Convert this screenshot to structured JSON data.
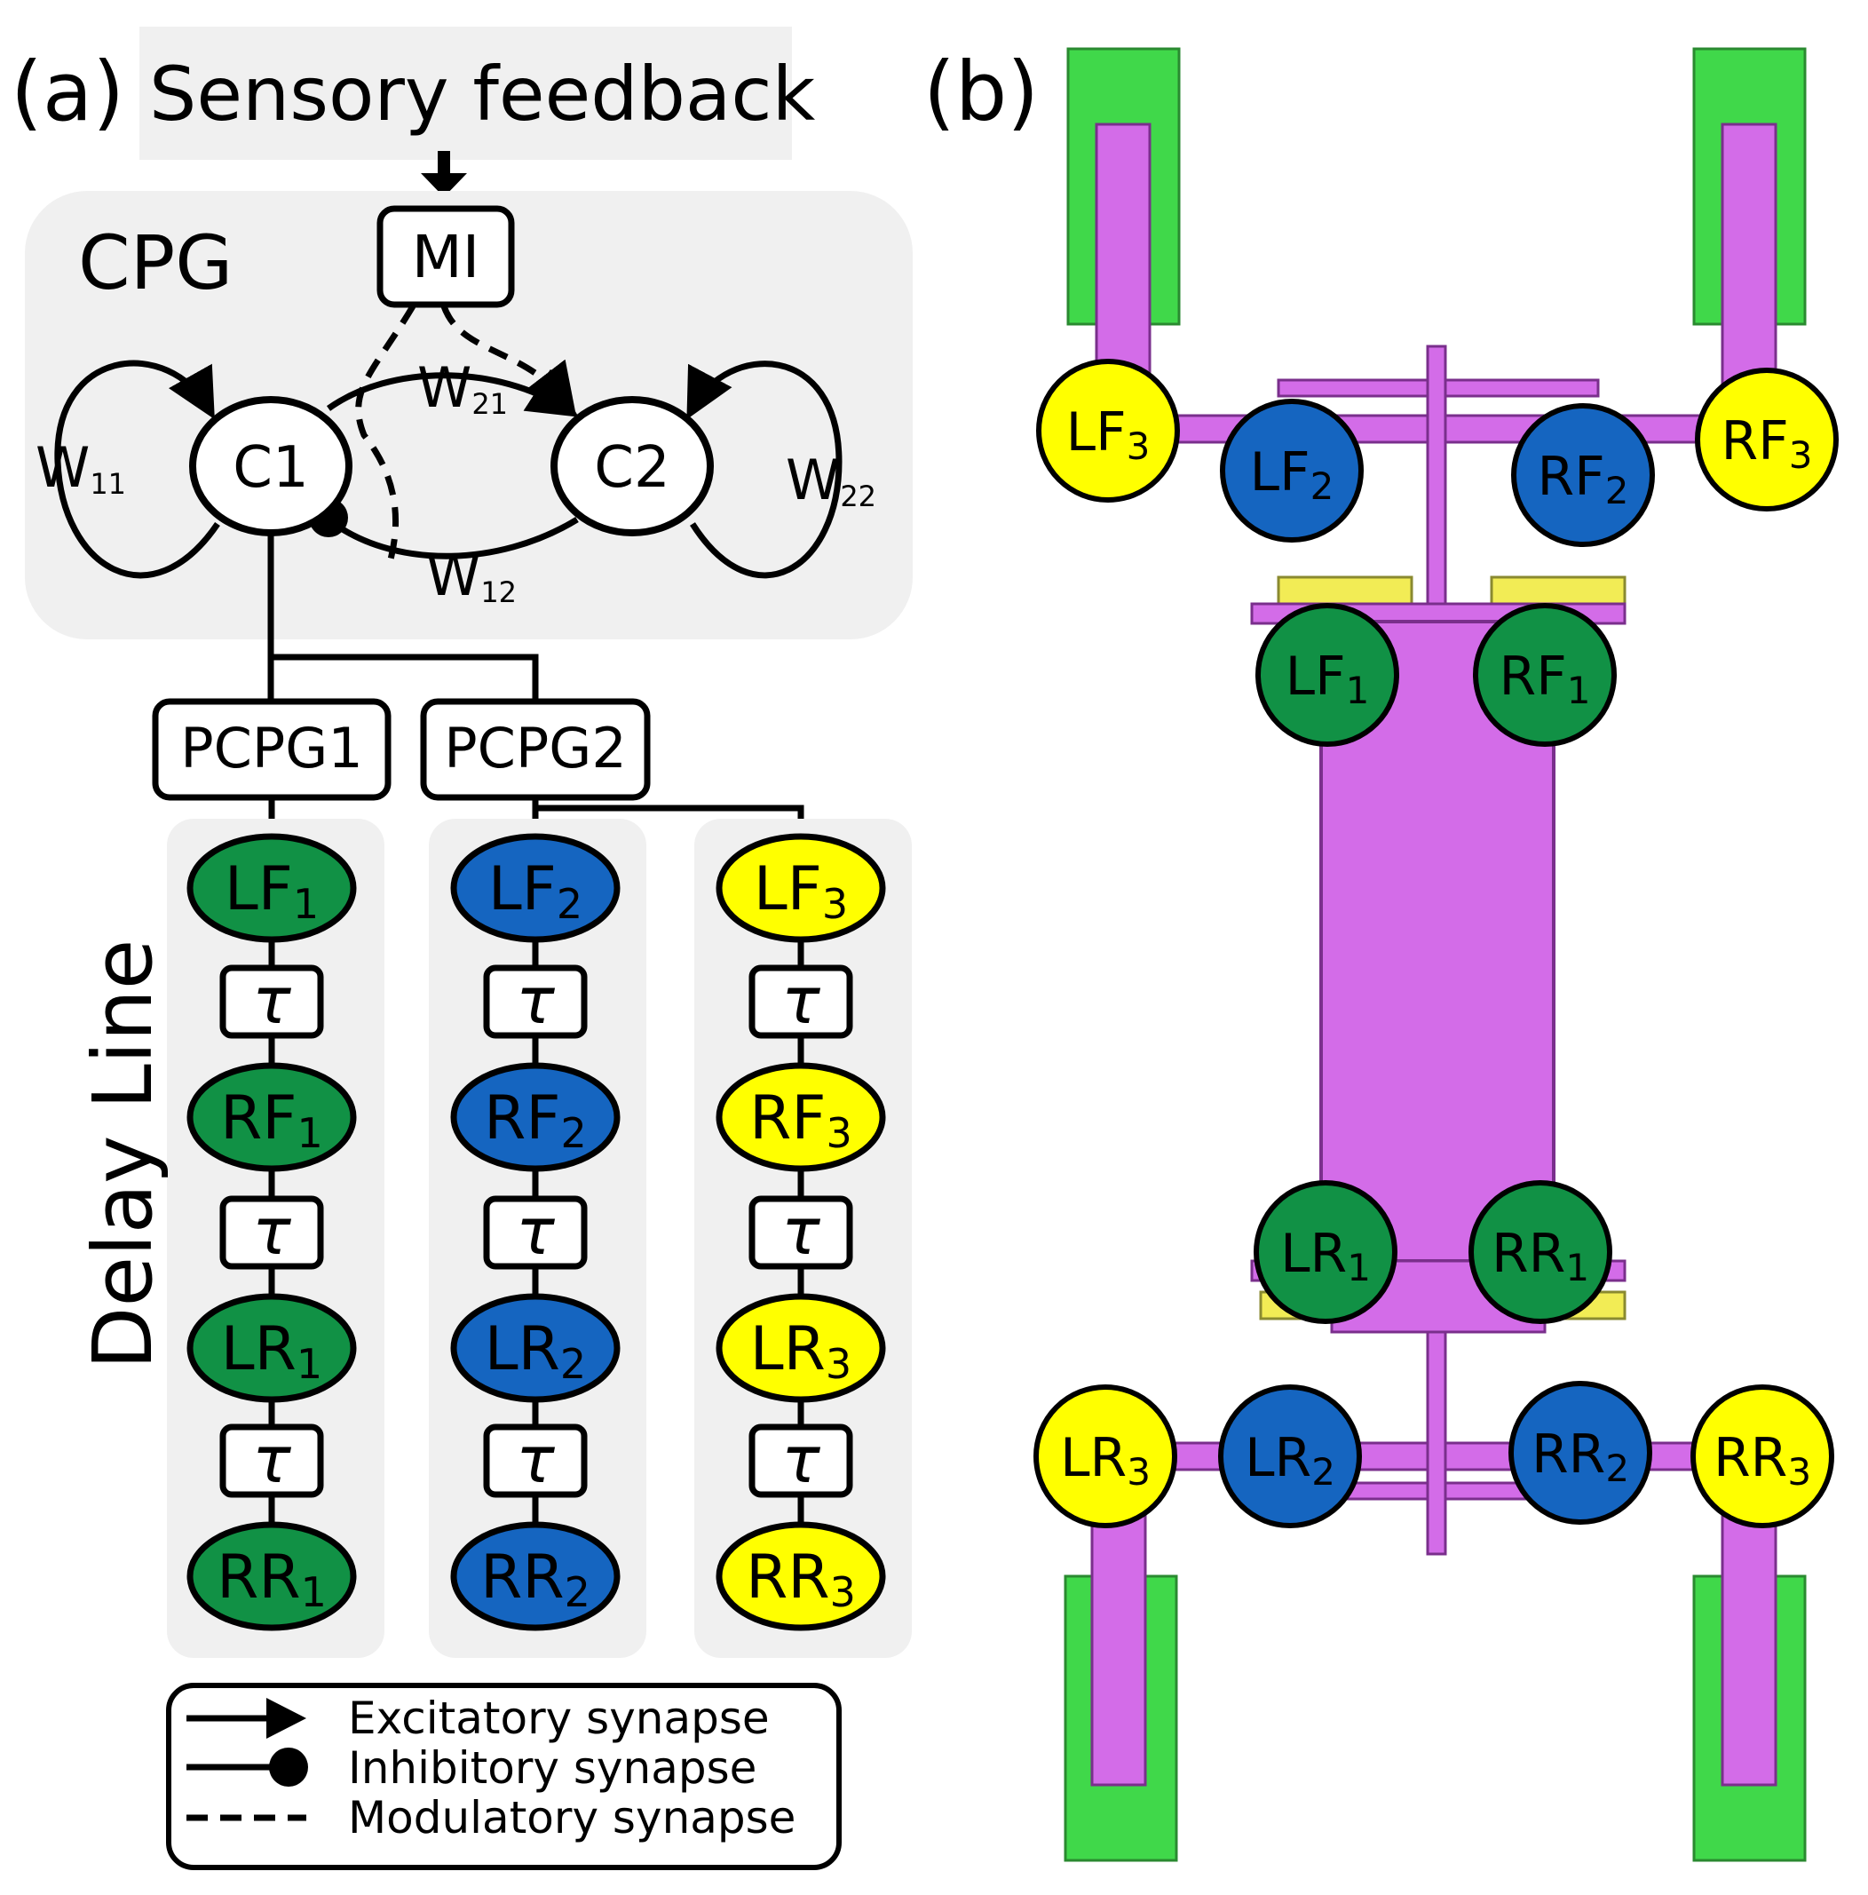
{
  "panel_a": {
    "label": "(a)",
    "sensory_feedback": "Sensory feedback",
    "cpg_label": "CPG",
    "mi_label": "MI",
    "c1_label": "C1",
    "c2_label": "C2",
    "weights": {
      "w11": {
        "main": "W",
        "sub": "11"
      },
      "w21": {
        "main": "W",
        "sub": "21"
      },
      "w12": {
        "main": "W",
        "sub": "12"
      },
      "w22": {
        "main": "W",
        "sub": "22"
      }
    },
    "pcpg1": "PCPG1",
    "pcpg2": "PCPG2",
    "delay_line_label": "Delay Line",
    "tau": "τ",
    "columns": [
      {
        "color": "#119145",
        "nodes": [
          {
            "main": "LF",
            "sub": "1"
          },
          {
            "main": "RF",
            "sub": "1"
          },
          {
            "main": "LR",
            "sub": "1"
          },
          {
            "main": "RR",
            "sub": "1"
          }
        ]
      },
      {
        "color": "#1565c0",
        "nodes": [
          {
            "main": "LF",
            "sub": "2"
          },
          {
            "main": "RF",
            "sub": "2"
          },
          {
            "main": "LR",
            "sub": "2"
          },
          {
            "main": "RR",
            "sub": "2"
          }
        ]
      },
      {
        "color": "#ffff00",
        "nodes": [
          {
            "main": "LF",
            "sub": "3"
          },
          {
            "main": "RF",
            "sub": "3"
          },
          {
            "main": "LR",
            "sub": "3"
          },
          {
            "main": "RR",
            "sub": "3"
          }
        ]
      }
    ],
    "legend": {
      "excitatory": "Excitatory synapse",
      "inhibitory": "Inhibitory synapse",
      "modulatory": "Modulatory synapse"
    }
  },
  "panel_b": {
    "label": "(b)",
    "joints": {
      "lf3": {
        "main": "LF",
        "sub": "3"
      },
      "lf2": {
        "main": "LF",
        "sub": "2"
      },
      "rf2": {
        "main": "RF",
        "sub": "2"
      },
      "rf3": {
        "main": "RF",
        "sub": "3"
      },
      "lf1": {
        "main": "LF",
        "sub": "1"
      },
      "rf1": {
        "main": "RF",
        "sub": "1"
      },
      "lr1": {
        "main": "LR",
        "sub": "1"
      },
      "rr1": {
        "main": "RR",
        "sub": "1"
      },
      "lr3": {
        "main": "LR",
        "sub": "3"
      },
      "lr2": {
        "main": "LR",
        "sub": "2"
      },
      "rr2": {
        "main": "RR",
        "sub": "2"
      },
      "rr3": {
        "main": "RR",
        "sub": "3"
      }
    },
    "colors": {
      "body": "#d36ce8",
      "foot": "#40d84a",
      "joint_green": "#119145",
      "joint_blue": "#1565c0",
      "joint_yellow": "#ffff00"
    }
  }
}
